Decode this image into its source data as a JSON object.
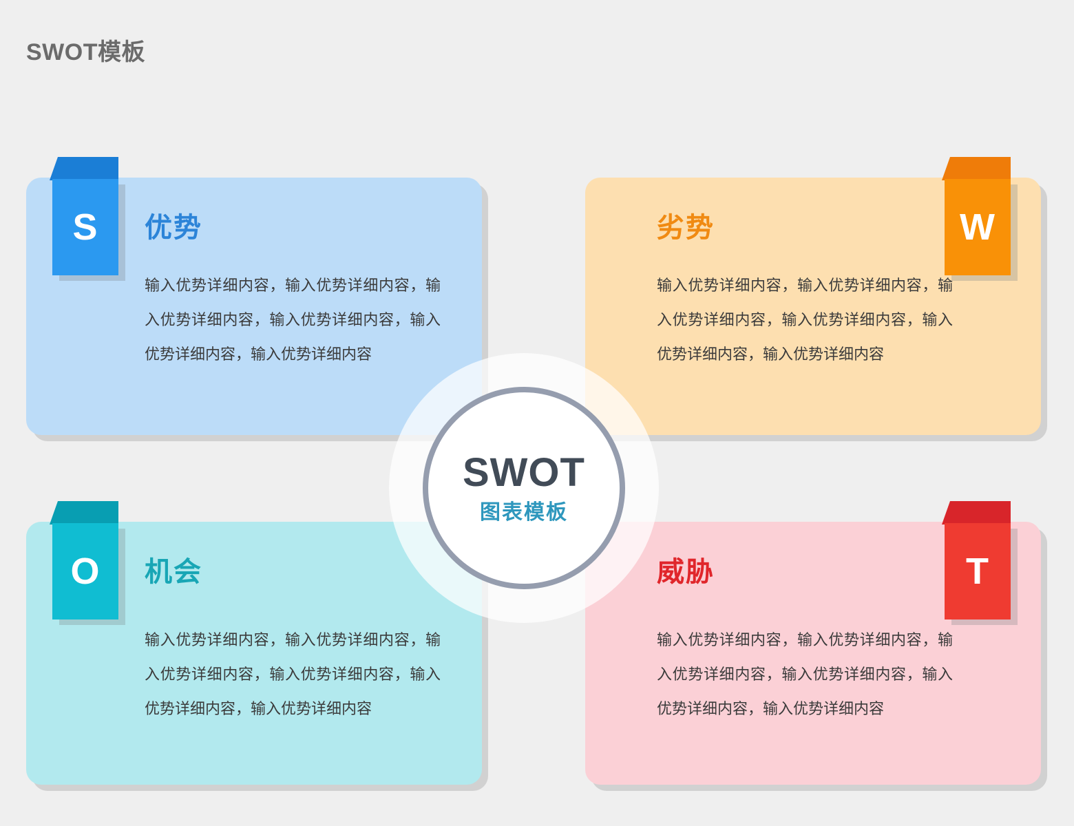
{
  "page": {
    "title": "SWOT模板",
    "background_color": "#efefef",
    "title_color": "#6b6b6b"
  },
  "center": {
    "word": "SWOT",
    "subtitle": "图表模板",
    "word_color": "#414b57",
    "subtitle_color": "#2e97bd",
    "ring_color": "#959dae"
  },
  "quadrants": [
    {
      "key": "strengths",
      "letter": "S",
      "heading": "优势",
      "body": "输入优势详细内容，输入优势详细内容，输入优势详细内容，输入优势详细内容，输入优势详细内容，输入优势详细内容",
      "card_color": "#bcdcf8",
      "heading_color": "#2c84d8",
      "ribbon_color": "#2b99f0",
      "ribbon_fold_color": "#1b7ed6"
    },
    {
      "key": "weaknesses",
      "letter": "W",
      "heading": "劣势",
      "body": "输入优势详细内容，输入优势详细内容，输入优势详细内容，输入优势详细内容，输入优势详细内容，输入优势详细内容",
      "card_color": "#fddfb0",
      "heading_color": "#f08a12",
      "ribbon_color": "#f99107",
      "ribbon_fold_color": "#ef7c09"
    },
    {
      "key": "opportunities",
      "letter": "O",
      "heading": "机会",
      "body": "输入优势详细内容，输入优势详细内容，输入优势详细内容，输入优势详细内容，输入优势详细内容，输入优势详细内容",
      "card_color": "#b2e9ee",
      "heading_color": "#18a6b5",
      "ribbon_color": "#10bdd2",
      "ribbon_fold_color": "#089eb2"
    },
    {
      "key": "threats",
      "letter": "T",
      "heading": "威胁",
      "body": "输入优势详细内容，输入优势详细内容，输入优势详细内容，输入优势详细内容，输入优势详细内容，输入优势详细内容",
      "card_color": "#fbd0d6",
      "heading_color": "#e0262b",
      "ribbon_color": "#ef3b31",
      "ribbon_fold_color": "#d8252a"
    }
  ]
}
